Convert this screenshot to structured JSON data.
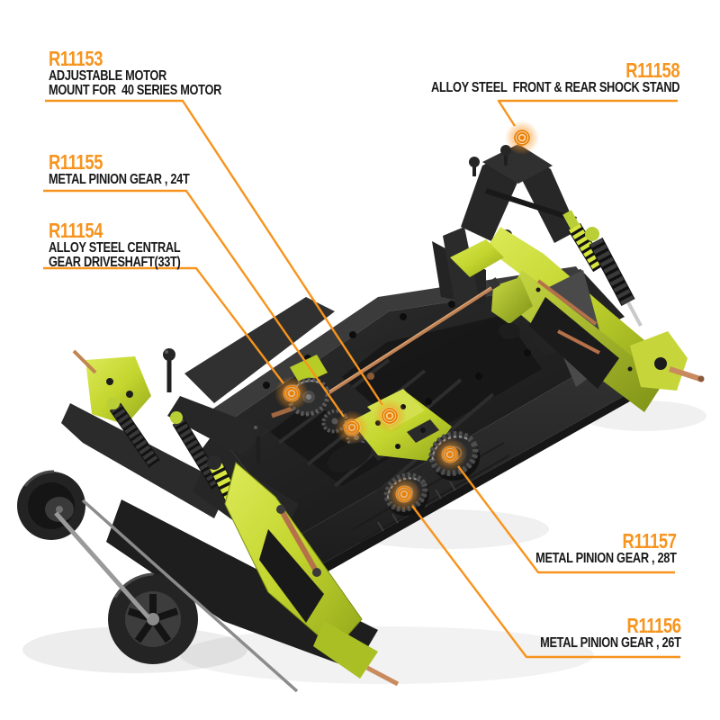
{
  "image_title": "RC car chassis spare-parts callout diagram",
  "palette": {
    "accent_orange": "#F7941D",
    "marker_ring_orange": "#E87E04",
    "chassis_dark": "#232323",
    "lime_green": "#C3D52E",
    "copper": "#BF8154",
    "label_text": "#181818",
    "background": "#FFFFFF"
  },
  "callouts": [
    {
      "part_no": "R11153",
      "lines": [
        "ADJUSTABLE MOTOR",
        "MOUNT FOR  40 SERIES MOTOR"
      ]
    },
    {
      "part_no": "R11155",
      "lines": [
        "METAL PINION GEAR , 24T"
      ]
    },
    {
      "part_no": "R11154",
      "lines": [
        "ALLOY STEEL CENTRAL",
        "GEAR DRIVESHAFT(33T)"
      ]
    },
    {
      "part_no": "R11158",
      "lines": [
        "ALLOY STEEL  FRONT & REAR SHOCK STAND"
      ]
    },
    {
      "part_no": "R11157",
      "lines": [
        "METAL PINION GEAR , 28T"
      ]
    },
    {
      "part_no": "R11156",
      "lines": [
        "METAL PINION GEAR , 26T"
      ]
    }
  ]
}
